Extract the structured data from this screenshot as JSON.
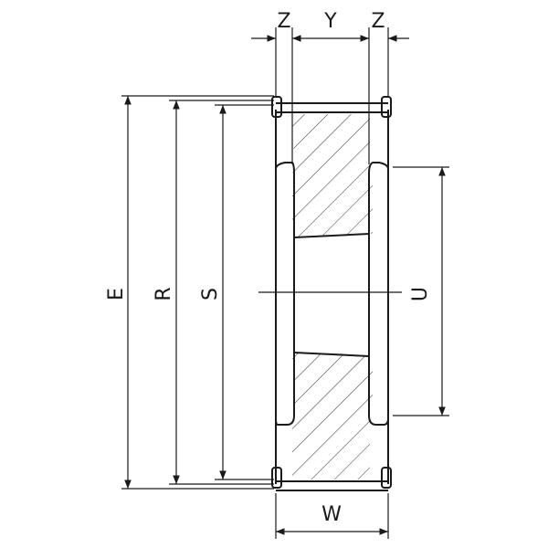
{
  "labels": {
    "E": "E",
    "R": "R",
    "S": "S",
    "U": "U",
    "W": "W",
    "Z_left": "Z",
    "Y": "Y",
    "Z_right": "Z"
  },
  "colors": {
    "line": "#1a1a1a",
    "background": "#ffffff"
  }
}
